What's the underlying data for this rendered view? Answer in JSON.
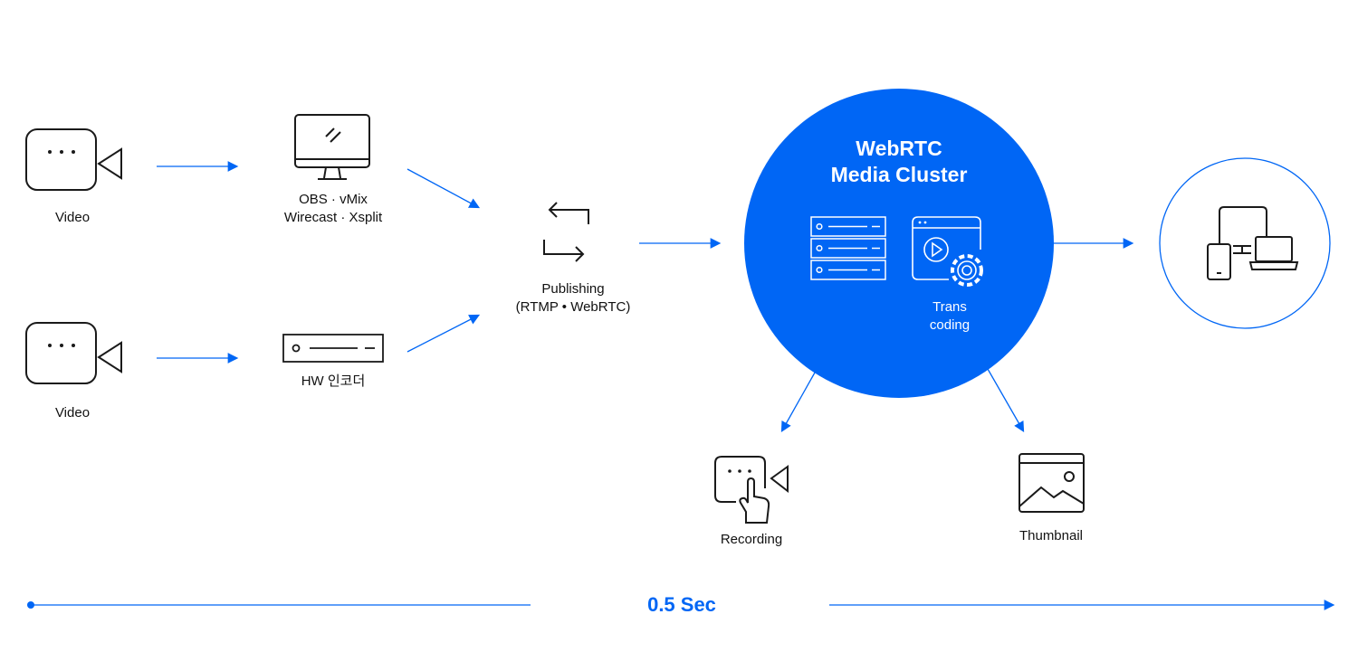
{
  "sources": [
    {
      "label": "Video"
    },
    {
      "label": "Video"
    }
  ],
  "encoders": {
    "software": {
      "line1": "OBS · vMix",
      "line2": "Wirecast  · Xsplit"
    },
    "hardware": {
      "label": "HW 인코더"
    }
  },
  "publishing": {
    "line1": "Publishing",
    "line2": "(RTMP • WebRTC)"
  },
  "cluster": {
    "title_line1": "WebRTC",
    "title_line2": "Media Cluster",
    "transcoding_line1": "Trans",
    "transcoding_line2": "coding"
  },
  "outputs": {
    "recording": "Recording",
    "thumbnail": "Thumbnail"
  },
  "timeline": {
    "label": "0.5 Sec"
  },
  "colors": {
    "accent": "#0066f5",
    "stroke": "#1a1a1a"
  },
  "icons": [
    "video-camera-icon",
    "monitor-icon",
    "hw-encoder-icon",
    "swap-arrows-icon",
    "server-icon",
    "transcoding-icon",
    "devices-icon",
    "recording-icon",
    "thumbnail-icon"
  ]
}
